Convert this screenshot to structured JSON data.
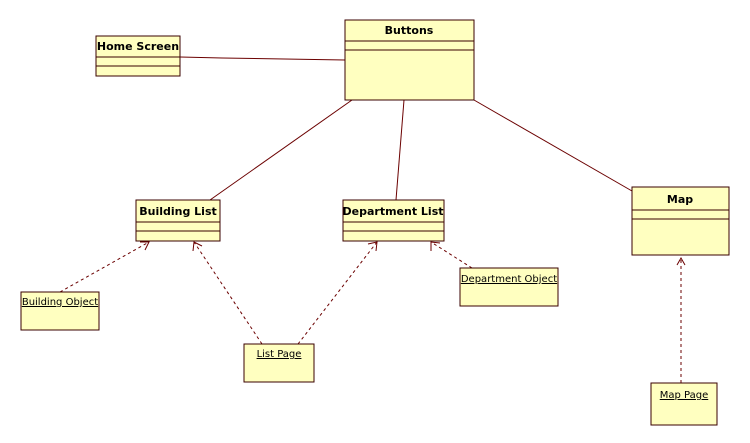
{
  "classes": {
    "home_screen": "Home Screen",
    "buttons": "Buttons",
    "building_list": "Building List",
    "department_list": "Department List",
    "map": "Map"
  },
  "objects": {
    "building_object": "Building Object",
    "department_object": "Department Object",
    "list_page": "List Page",
    "map_page": "Map Page"
  },
  "colors": {
    "box_fill": "#ffffc0",
    "box_stroke": "#3a0000",
    "line": "#6b0000"
  }
}
